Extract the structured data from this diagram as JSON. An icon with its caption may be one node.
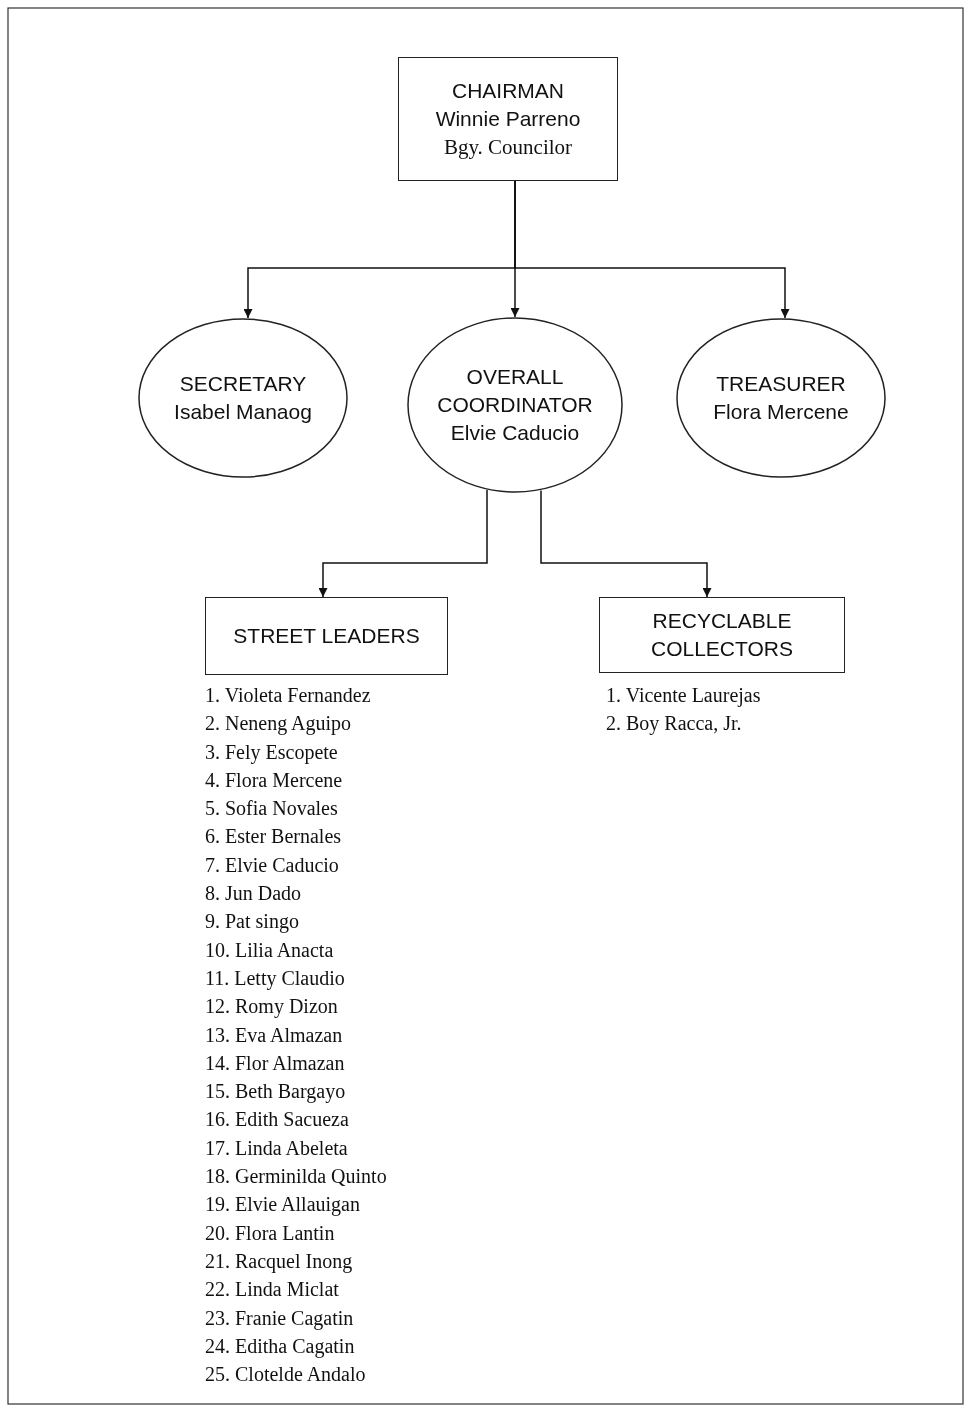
{
  "diagram": {
    "nodes": [
      {
        "text": [
          "CHAIRMAN",
          "Winnie Parreno",
          "Bgy. Councilor"
        ]
      },
      {
        "text": [
          "SECRETARY",
          "Isabel Manaog"
        ]
      },
      {
        "text": [
          "OVERALL COORDINATOR",
          "Elvie Caducio"
        ]
      },
      {
        "text": [
          "TREASURER",
          "Flora Mercene"
        ]
      },
      {
        "text": [
          "STREET LEADERS"
        ],
        "beside": [
          "1. Violeta Fernandez",
          "2. Neneng Aguipo",
          "3. Fely Escopete",
          "4. Flora Mercene",
          "5. Sofia Novales",
          "6. Ester Bernales",
          "7. Elvie Caducio",
          "8. Jun Dado",
          "9. Pat singo",
          "10. Lilia Anacta",
          "11. Letty Claudio",
          "12. Romy Dizon",
          "13. Eva Almazan",
          "14. Flor Almazan",
          "15. Beth Bargayo",
          "16. Edith Sacueza",
          "17. Linda Abeleta",
          "18. Germinilda Quinto",
          "19. Elvie Allauigan",
          "20. Flora Lantin",
          "21. Racquel Inong",
          "22. Linda Miclat",
          "23. Franie Cagatin",
          "24. Editha Cagatin",
          "25. Clotelde Andalo"
        ]
      },
      {
        "text": [
          "RECYCLABLE COLLECTORS"
        ],
        "beside": [
          "1. Vicente Laurejas",
          "2. Boy Racca, Jr."
        ]
      }
    ],
    "edges": [
      {
        "from": 0,
        "to": 1,
        "arrow": "to"
      },
      {
        "from": 0,
        "to": 2,
        "arrow": "to"
      },
      {
        "from": 0,
        "to": 3,
        "arrow": "to"
      },
      {
        "from": 2,
        "to": 4,
        "arrow": "to"
      },
      {
        "from": 2,
        "to": 5,
        "arrow": "to"
      }
    ]
  }
}
